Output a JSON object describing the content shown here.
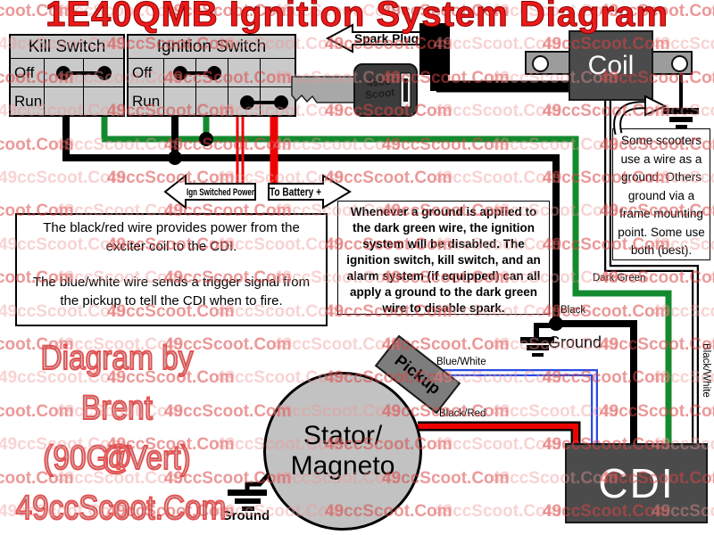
{
  "title": "1E40QMB Ignition System Diagram",
  "watermark": {
    "text": "49ccScoot.Com"
  },
  "colors": {
    "title_red": "#ec1a1a",
    "wire_green": "#148a2e",
    "wire_red": "#ee0000",
    "wire_blue": "#2b4be0",
    "watermark_dark": "rgba(219,70,70,0.55)",
    "watermark_light": "rgba(238,150,150,0.42)"
  },
  "kill_switch": {
    "title": "Kill Switch",
    "off": "Off",
    "run": "Run"
  },
  "ignition_switch": {
    "title": "Ignition Switch",
    "off": "Off",
    "run": "Run"
  },
  "key": {
    "label": "49cc Scoot"
  },
  "arrows": {
    "spark_plug": "Spark Plug",
    "ign_switched_power": "Ign Switched Power",
    "to_battery": "To Battery +"
  },
  "components": {
    "coil": "Coil",
    "cdi": "CDI",
    "stator_line1": "Stator/",
    "stator_line2": "Magneto",
    "pickup": "Pickup"
  },
  "wire_labels": {
    "dark_green": "Dark Green",
    "black": "Black",
    "blue_white": "Blue/White",
    "black_red": "Black/Red",
    "black_white": "Black/White"
  },
  "ground_labels": {
    "mid": "Ground",
    "stator": "Ground"
  },
  "notes": {
    "exciter": "The black/red wire provides power from the exciter coil to the CDI.",
    "trigger": "The blue/white wire sends a trigger signal from the pickup to tell the CDI when to fire.",
    "ground_warning": "Whenever a ground is applied to the dark green wire, the ignition system will be disabled. The ignition switch, kill switch, and an alarm system (if equipped) can all apply a ground to the dark green wire to disable spark.",
    "scooter_ground": "Some scooters use a wire as a ground. Others ground via a frame mounting point. Some use both (best)."
  },
  "signature": {
    "line1": "Diagram by",
    "line2": "Brent (90GTVert)",
    "line3": "@",
    "line4": "49ccScoot.Com"
  }
}
